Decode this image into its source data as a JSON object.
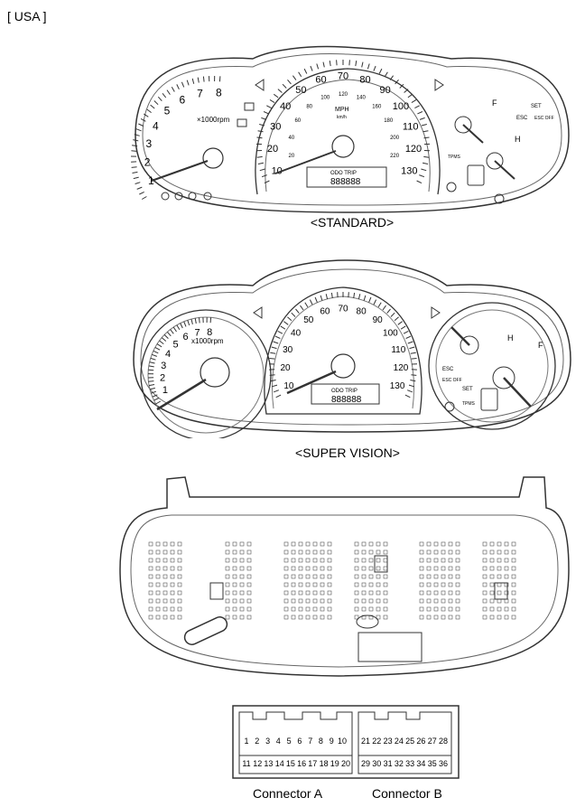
{
  "region": "[ USA ]",
  "standard": {
    "caption": "<STANDARD>",
    "tach_numbers": [
      "1",
      "2",
      "3",
      "4",
      "5",
      "6",
      "7",
      "8"
    ],
    "tach_unit": "×1000rpm",
    "speed_numbers": [
      "10",
      "20",
      "30",
      "40",
      "50",
      "60",
      "70",
      "80",
      "90",
      "100",
      "110",
      "120",
      "130"
    ],
    "speed_unit": "MPH",
    "kmh_numbers": [
      "20",
      "40",
      "60",
      "80",
      "100",
      "120",
      "140",
      "160",
      "180",
      "200",
      "220"
    ],
    "kmh_unit": "km/h",
    "lcd_text": "ODO TRIP",
    "lcd_digits": "888888",
    "fuel_f": "F",
    "temp_h": "H",
    "set_label": "SET",
    "esc_label": "ESC",
    "esc_off_label": "ESC OFF",
    "tpms_label": "TPMS"
  },
  "supervision": {
    "caption": "<SUPER VISION>",
    "tach_numbers": [
      "1",
      "2",
      "3",
      "4",
      "5",
      "6",
      "7",
      "8"
    ],
    "tach_unit": "x1000rpm",
    "speed_numbers": [
      "10",
      "20",
      "30",
      "40",
      "50",
      "60",
      "70",
      "80",
      "90",
      "100",
      "110",
      "120",
      "130"
    ],
    "lcd_text": "ODO TRIP",
    "lcd_digits": "888888",
    "esc_label": "ESC",
    "esc_off_label": "ESC OFF",
    "set_label": "SET",
    "tpms_label": "TPMS",
    "fuel_f": "F",
    "temp_h": "H"
  },
  "connectors": {
    "a": {
      "label": "Connector A",
      "row1": [
        "1",
        "2",
        "3",
        "4",
        "5",
        "6",
        "7",
        "8",
        "9",
        "10"
      ],
      "row2": [
        "11",
        "12",
        "13",
        "14",
        "15",
        "16",
        "17",
        "18",
        "19",
        "20"
      ]
    },
    "b": {
      "label": "Connector B",
      "row1": [
        "21",
        "22",
        "23",
        "24",
        "25",
        "26",
        "27",
        "28"
      ],
      "row2": [
        "29",
        "30",
        "31",
        "32",
        "33",
        "34",
        "35",
        "36"
      ]
    }
  }
}
